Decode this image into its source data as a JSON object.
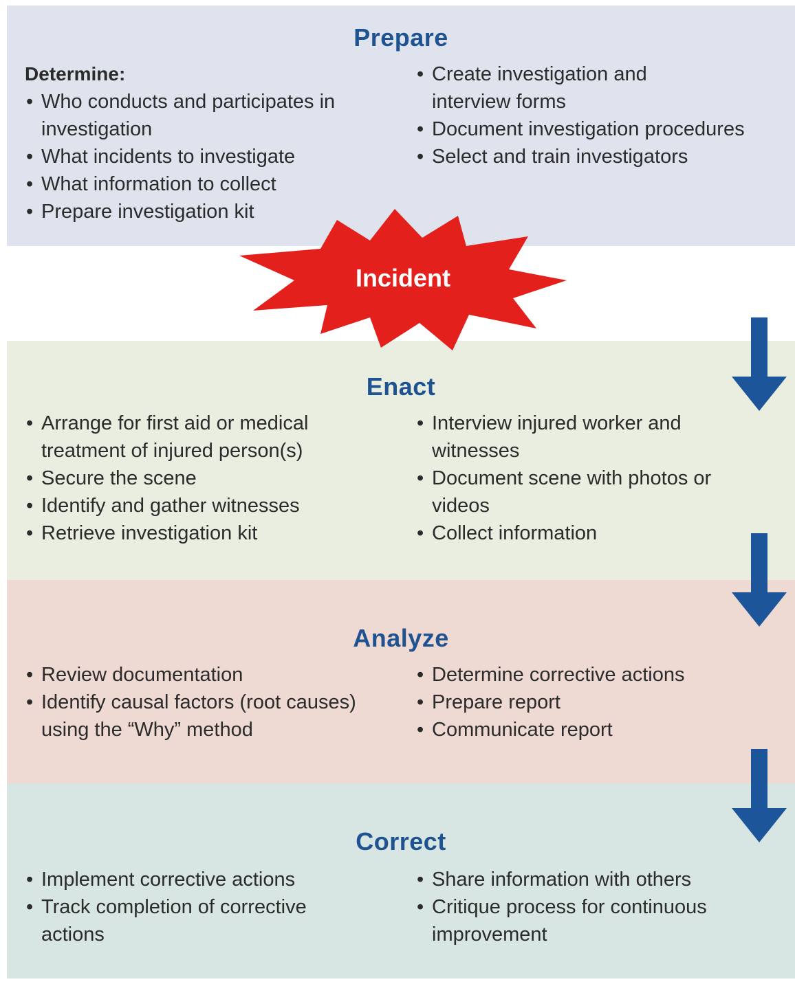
{
  "colors": {
    "title": "#1f5290",
    "arrow": "#1c5599",
    "burst": "#e3201b",
    "prepare_bg": "#dfe3ee",
    "enact_bg": "#e9eee0",
    "analyze_bg": "#eed9d3",
    "correct_bg": "#d8e6e3"
  },
  "prepare": {
    "title": "Prepare",
    "heading": "Determine:",
    "left": [
      "Who conducts and participates in investigation",
      "What incidents to investigate",
      "What information to collect",
      "Prepare investigation kit"
    ],
    "right": [
      "Create investigation and interview forms",
      "Document investigation procedures",
      "Select and train investigators"
    ]
  },
  "incident": {
    "label": "Incident"
  },
  "enact": {
    "title": "Enact",
    "left": [
      "Arrange for first aid or medical treatment of injured person(s)",
      "Secure the scene",
      "Identify and gather witnesses",
      "Retrieve investigation kit"
    ],
    "right": [
      "Interview injured worker and witnesses",
      "Document scene with photos or videos",
      "Collect information"
    ]
  },
  "analyze": {
    "title": "Analyze",
    "left": [
      "Review documentation",
      "Identify causal factors (root causes) using the “Why” method"
    ],
    "right": [
      "Determine corrective actions",
      "Prepare report",
      "Communicate report"
    ]
  },
  "correct": {
    "title": "Correct",
    "left": [
      "Implement corrective actions",
      "Track completion of corrective actions"
    ],
    "right": [
      "Share information with others",
      "Critique process for continuous improvement"
    ]
  }
}
